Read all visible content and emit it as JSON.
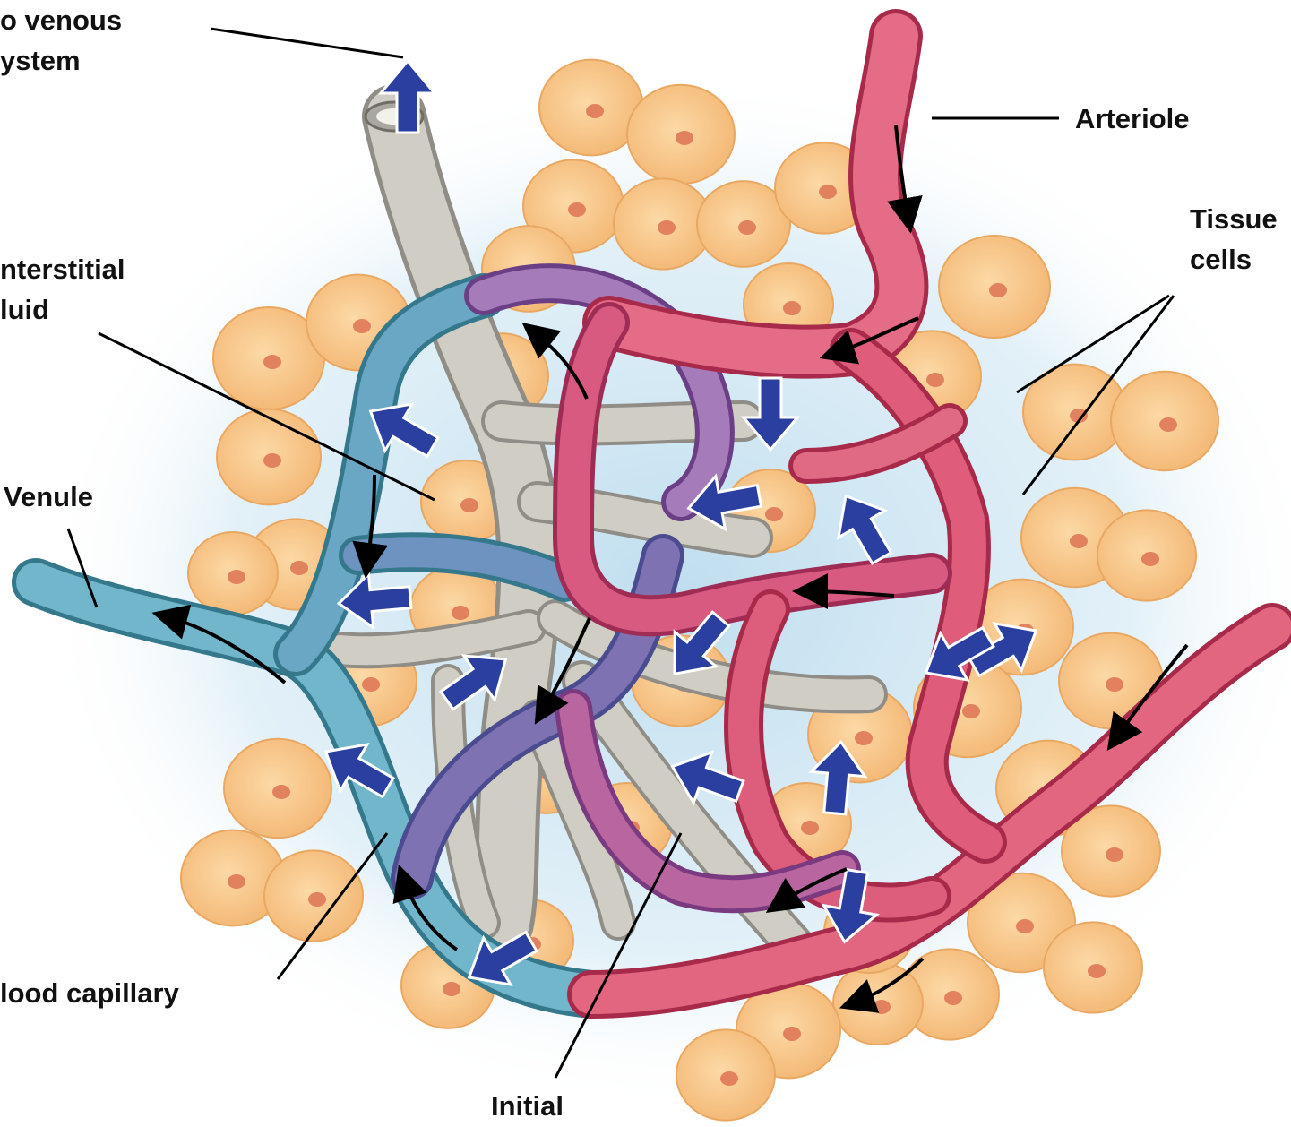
{
  "labels": {
    "venous_system": [
      "o venous",
      "ystem"
    ],
    "arteriole": "Arteriole",
    "tissue_cells": [
      "Tissue",
      "cells"
    ],
    "interstitial_fluid": [
      "nterstitial",
      "luid"
    ],
    "venule": "Venule",
    "blood_capillary": "lood capillary",
    "initial": "Initial"
  },
  "colors": {
    "tissue_cell": "#f9c787",
    "cell_nucleus": "#e2815e",
    "background_fluid": "#cfe6f3",
    "arteriole": "#d8456a",
    "venule": "#5d9fb6",
    "capillary_mid": "#7a4d97",
    "lymphatic": "#c8c6bd",
    "flow_arrow": "#2a3fa0",
    "leader_line": "#000000"
  }
}
